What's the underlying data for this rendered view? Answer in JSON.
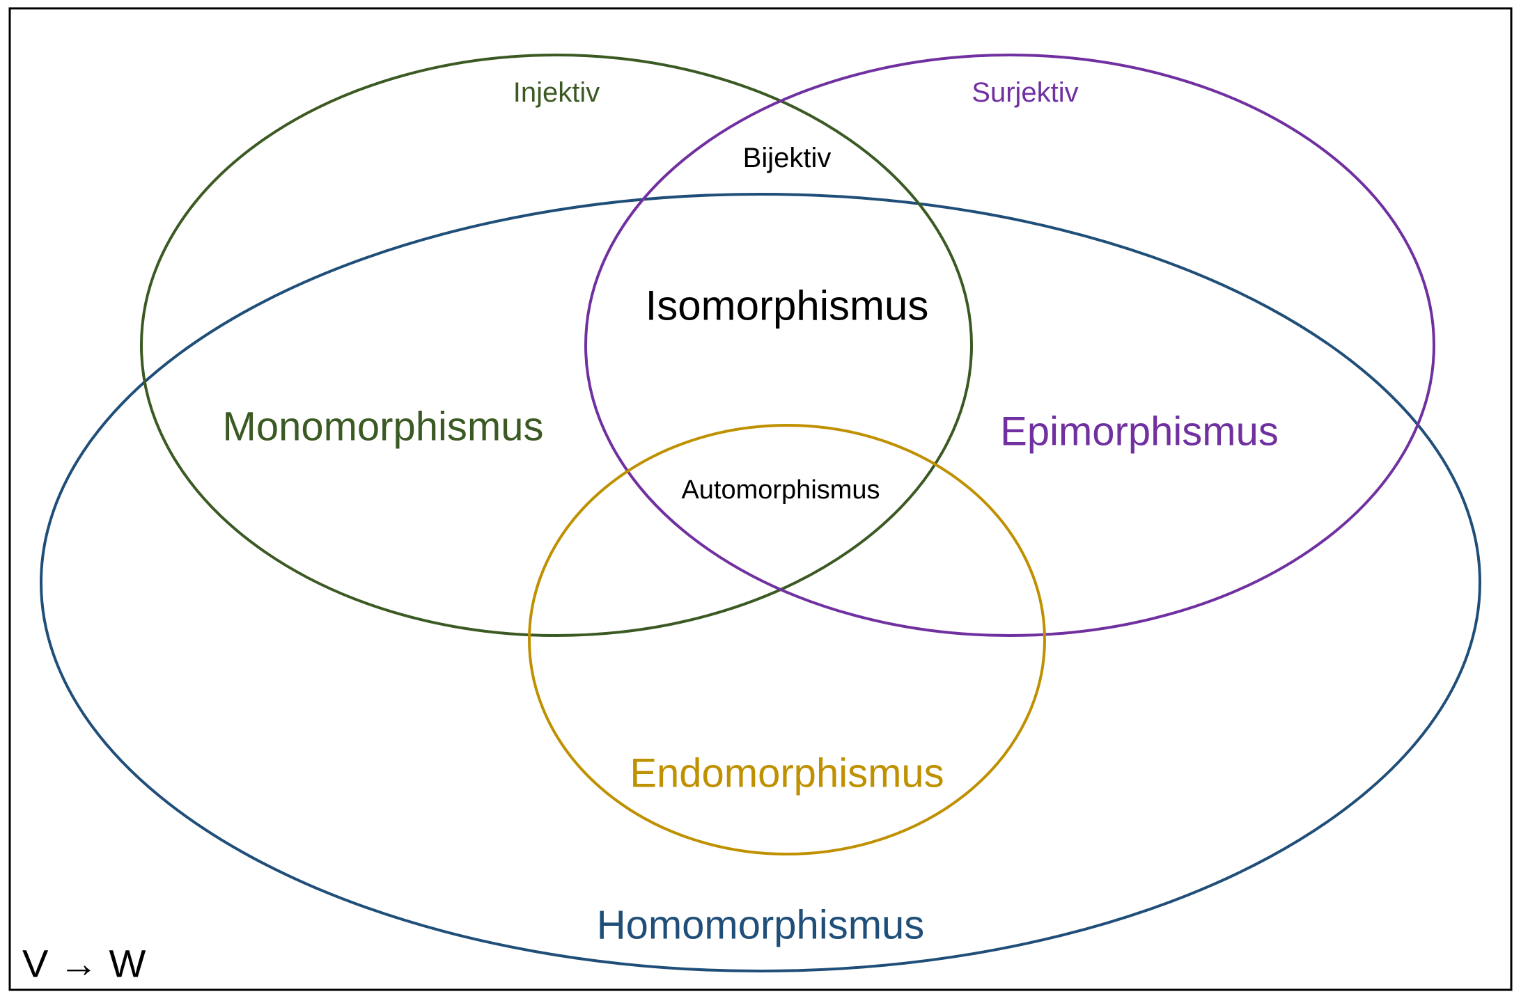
{
  "colors": {
    "injektiv": "#3b5a23",
    "surjektiv": "#7030a0",
    "homomorphismus": "#1f4e79",
    "endomorphismus": "#bf9000",
    "text": "#000000",
    "frame": "#000000"
  },
  "labels": {
    "injektiv": "Injektiv",
    "surjektiv": "Surjektiv",
    "bijektiv": "Bijektiv",
    "isomorphismus": "Isomorphismus",
    "monomorphismus": "Monomorphismus",
    "epimorphismus": "Epimorphismus",
    "automorphismus": "Automorphismus",
    "endomorphismus": "Endomorphismus",
    "homomorphismus": "Homomorphismus",
    "mapping": "V → W"
  }
}
